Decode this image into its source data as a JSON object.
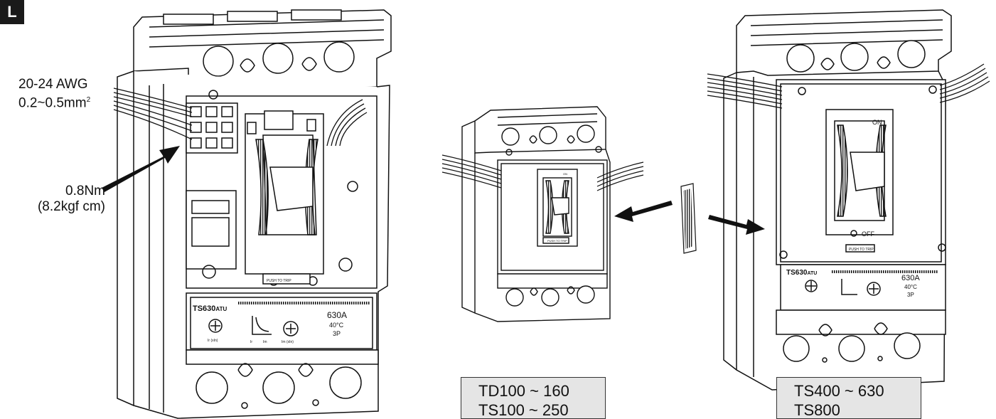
{
  "panel_letter": "L",
  "wire_spec": {
    "awg": "20-24 AWG",
    "mm2": "0.2~0.5mm",
    "mm2_exponent": "2"
  },
  "torque": {
    "nm": "0.8Nm",
    "kgf": "(8.2kgf cm)"
  },
  "breaker_left": {
    "model": "TS630",
    "suffix": "ATU",
    "rating": "630A",
    "temp": "40°C",
    "poles": "3P",
    "push_label": "PUSH TO TRIP",
    "dial_ir": "Ir (xIn)",
    "dial_im": "Im (xIn)",
    "dial_curve_left": "Ir",
    "dial_curve_right": "Im"
  },
  "breaker_small": {
    "on_label": "ON",
    "push_label": "PUSH TO TRIP"
  },
  "breaker_right": {
    "model": "TS630",
    "suffix": "ATU",
    "rating": "630A",
    "temp": "40°C",
    "poles": "3P",
    "push_label": "PUSH TO TRIP",
    "on_label": "ON",
    "off_label": "OFF"
  },
  "models_center": [
    "TD100 ~ 160",
    "TS100 ~ 250"
  ],
  "models_right": [
    "TS400 ~ 630",
    "TS800"
  ]
}
